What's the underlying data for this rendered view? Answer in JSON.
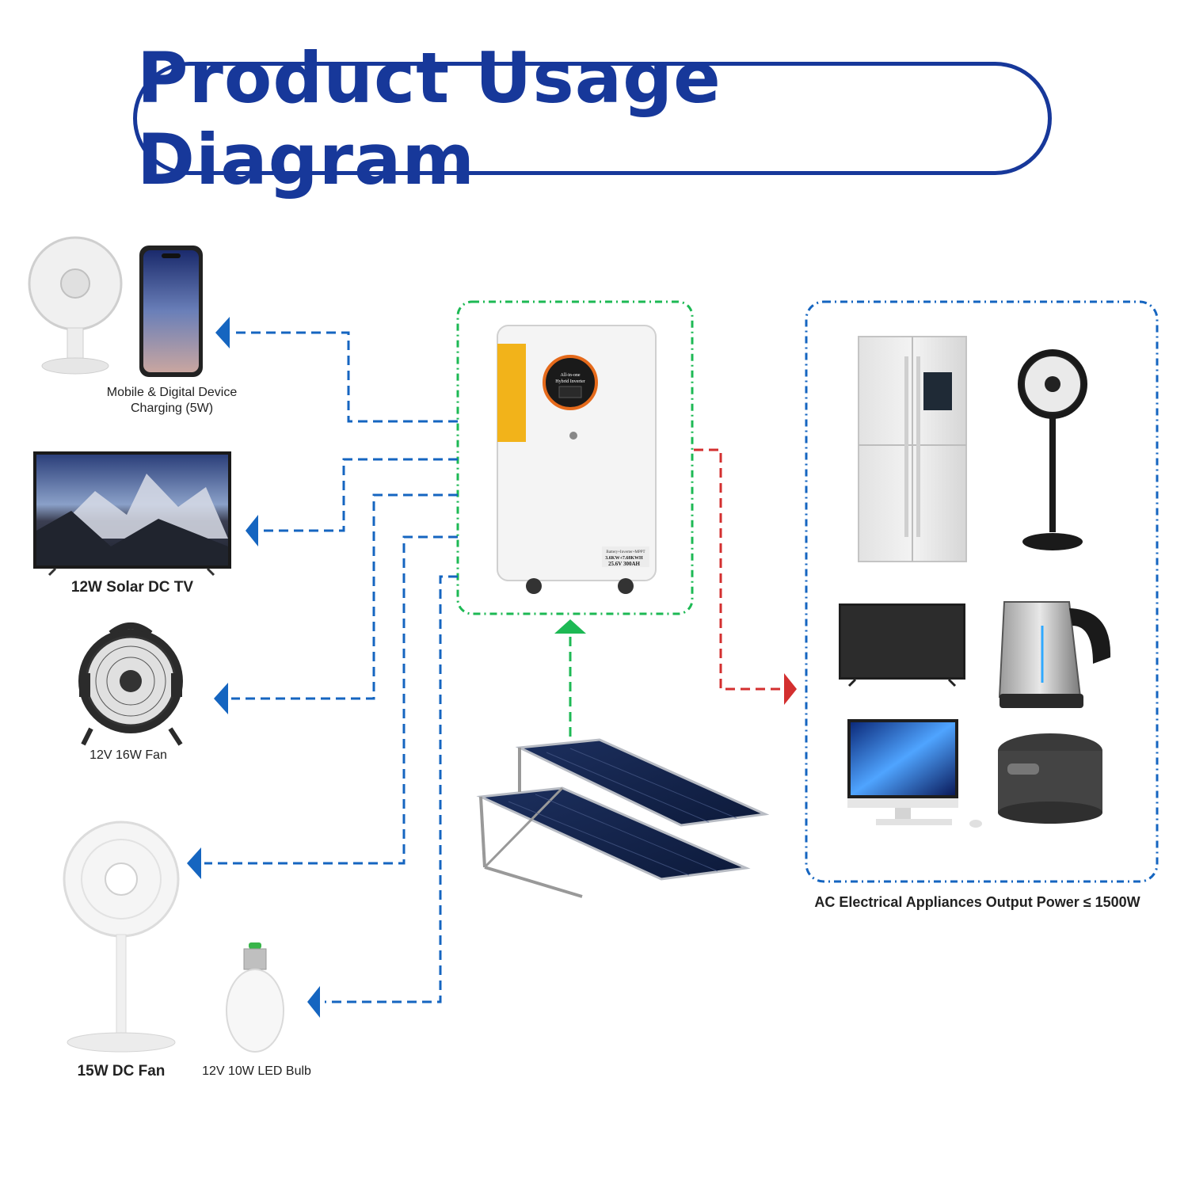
{
  "title": "Product Usage Diagram",
  "labels": {
    "mobile_charging": [
      "Mobile & Digital Device",
      "Charging (5W)"
    ],
    "dc_tv": "12W Solar DC TV",
    "fan_16w": "12V 16W  Fan",
    "dc_fan": "15W DC Fan",
    "led_bulb": "12V 10W LED Bulb",
    "ac_output": "AC Electrical Appliances Output Power ≤ 1500W"
  },
  "unit": {
    "display_line1": "All-in-one",
    "display_line2": "Hybrid Inverter",
    "spec_line1": "Battery+Inverter+MPPT",
    "spec_line2": "3.6KW+7.68KWH",
    "spec_line3": "25.6V 300AH"
  },
  "colors": {
    "title_blue": "#17389a",
    "dc_line_blue": "#1565c0",
    "ac_line_red": "#d32f2f",
    "solar_line_green": "#1db954",
    "unit_yellow": "#f2b31a"
  }
}
